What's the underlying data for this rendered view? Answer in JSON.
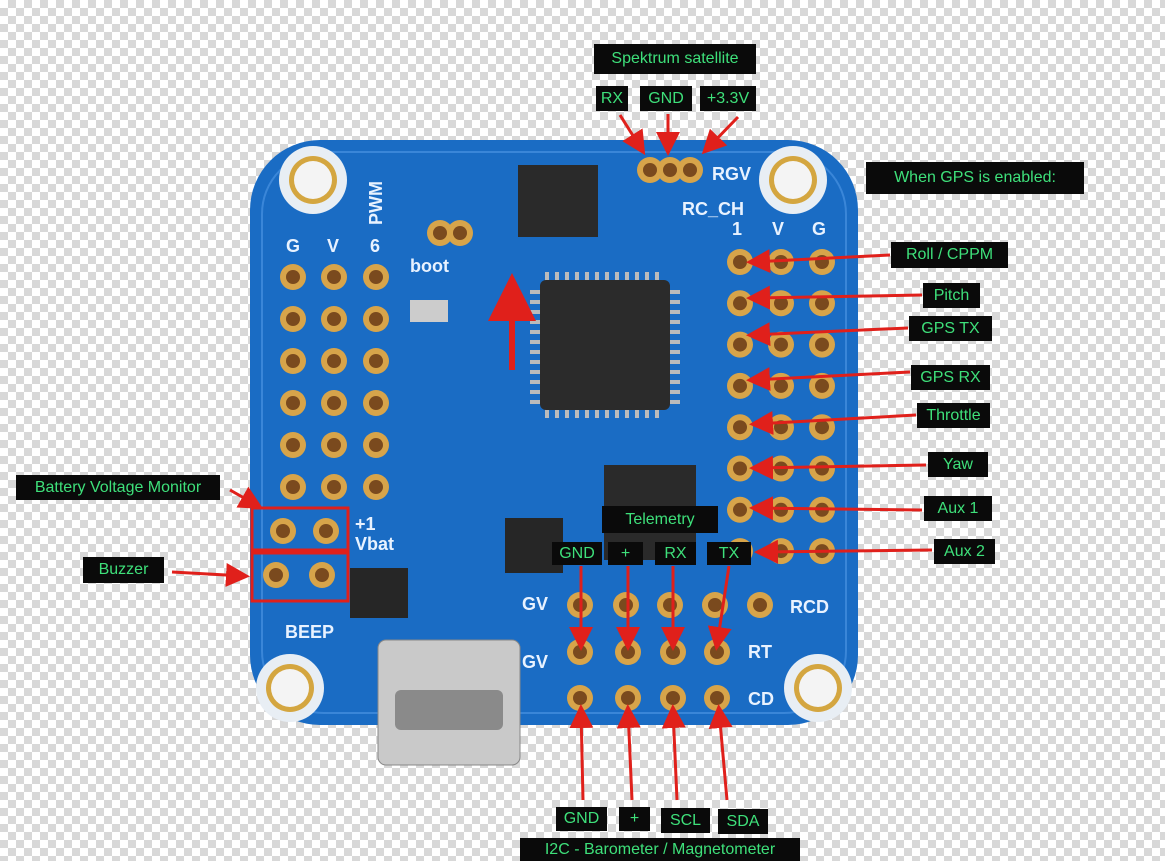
{
  "colors": {
    "label_bg": "#0a0a0a",
    "label_text": "#3ee07a",
    "arrow": "#e0201b",
    "board": "#1a6cc4",
    "highlight_box": "#e0201b"
  },
  "spektrum": {
    "title": "Spektrum satellite",
    "pins": [
      "RX",
      "GND",
      "+3.3V"
    ]
  },
  "gps_note": "When GPS is enabled:",
  "rc_inputs": [
    "Roll / CPPM",
    "Pitch",
    "GPS TX",
    "GPS RX",
    "Throttle",
    "Yaw",
    "Aux 1",
    "Aux 2"
  ],
  "left": {
    "battery": "Battery Voltage Monitor",
    "buzzer": "Buzzer"
  },
  "telemetry": {
    "title": "Telemetry",
    "pins": [
      "GND",
      "+",
      "RX",
      "TX"
    ]
  },
  "i2c": {
    "title": "I2C - Barometer / Magnetometer",
    "pins": [
      "GND",
      "+",
      "SCL",
      "SDA"
    ]
  },
  "silkscreen": {
    "pwm": "PWM",
    "g": "G",
    "v": "V",
    "six": "6",
    "boot": "boot",
    "rgv": "RGV",
    "rc_ch": "RC_CH",
    "one": "1",
    "plus1": "+1",
    "vbat": "Vbat",
    "beep": "BEEP",
    "gv": "GV",
    "rcd": "RCD",
    "rt": "RT",
    "cd": "CD"
  }
}
